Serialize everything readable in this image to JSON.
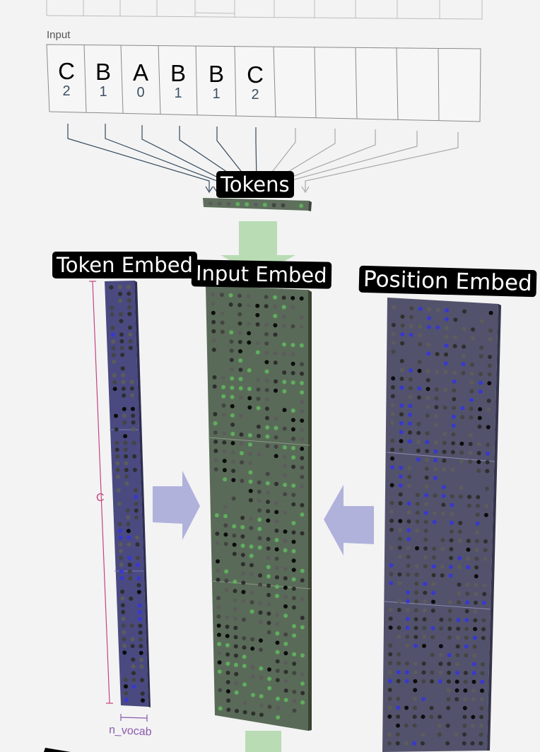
{
  "input_label": "Input",
  "input_tokens": [
    {
      "char": "C",
      "index": "2"
    },
    {
      "char": "B",
      "index": "1"
    },
    {
      "char": "A",
      "index": "0"
    },
    {
      "char": "B",
      "index": "1"
    },
    {
      "char": "B",
      "index": "1"
    },
    {
      "char": "C",
      "index": "2"
    }
  ],
  "empty_input_cells": 5,
  "labels": {
    "tokens": "Tokens",
    "token_embed": "Token Embed",
    "input_embed": "Input Embed",
    "position_embed": "Position Embed"
  },
  "dimensions": {
    "c": "C",
    "n_vocab": "n_vocab"
  },
  "colors": {
    "background": "#f3f3f3",
    "token_embed": "#4a4a80",
    "input_embed": "#5a6a58",
    "position_embed": "#52526c",
    "dot_green": "#5fae5f",
    "dot_blue": "#3838d0",
    "flow_arrow_green": "#b9dcb4",
    "flow_arrow_purple": "#b0b2dc",
    "dimension_magenta": "#c2457f",
    "dimension_purple": "#8a59b0"
  }
}
